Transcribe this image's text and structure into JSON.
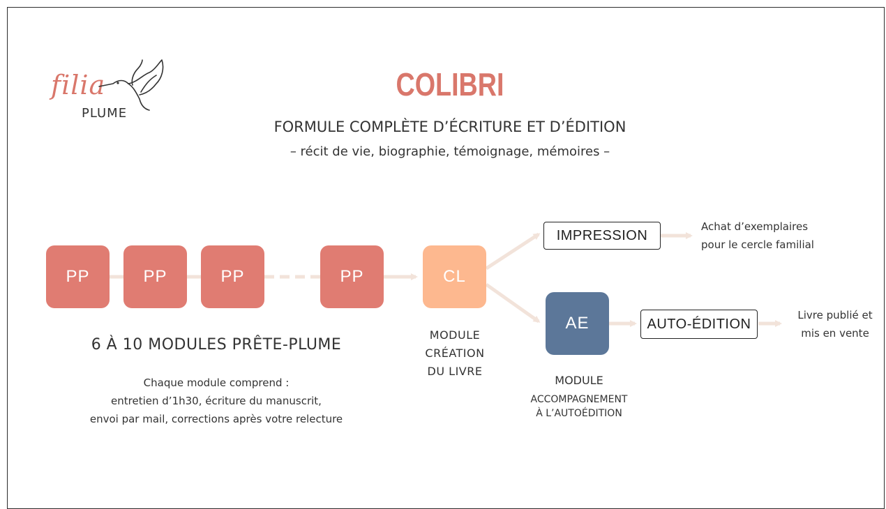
{
  "logo": {
    "script": "filia",
    "word": "PLUME"
  },
  "title": "COLIBRI",
  "subtitle": "FORMULE COMPLÈTE D’ÉCRITURE ET D’ÉDITION",
  "tagline": "– récit de vie, biographie, témoignage, mémoires –",
  "nodes": {
    "pp": [
      "PP",
      "PP",
      "PP",
      "PP"
    ],
    "cl": "CL",
    "ae": "AE",
    "impression": "IMPRESSION",
    "auto_edition": "AUTO-ÉDITION"
  },
  "modules": {
    "heading": "6 À 10 MODULES PRÊTE-PLUME",
    "desc": [
      "Chaque module comprend :",
      "entretien d’1h30, écriture du manuscrit,",
      "envoi par mail, corrections après votre relecture"
    ]
  },
  "cl_label": [
    "MODULE",
    "CRÉATION",
    "DU LIVRE"
  ],
  "ae_label": {
    "line1": "MODULE",
    "line2": "ACCOMPAGNEMENT",
    "line3": "À L’AUTOÉDITION"
  },
  "outcomes": {
    "impression": [
      "Achat d’exemplaires",
      "pour le cercle familial"
    ],
    "auto_edition": [
      "Livre publié et",
      "mis en vente"
    ]
  },
  "colors": {
    "pp": "#e07c72",
    "cl": "#fdb88f",
    "ae": "#5c7799",
    "title": "#d9776b",
    "connector": "#f2e3da"
  }
}
